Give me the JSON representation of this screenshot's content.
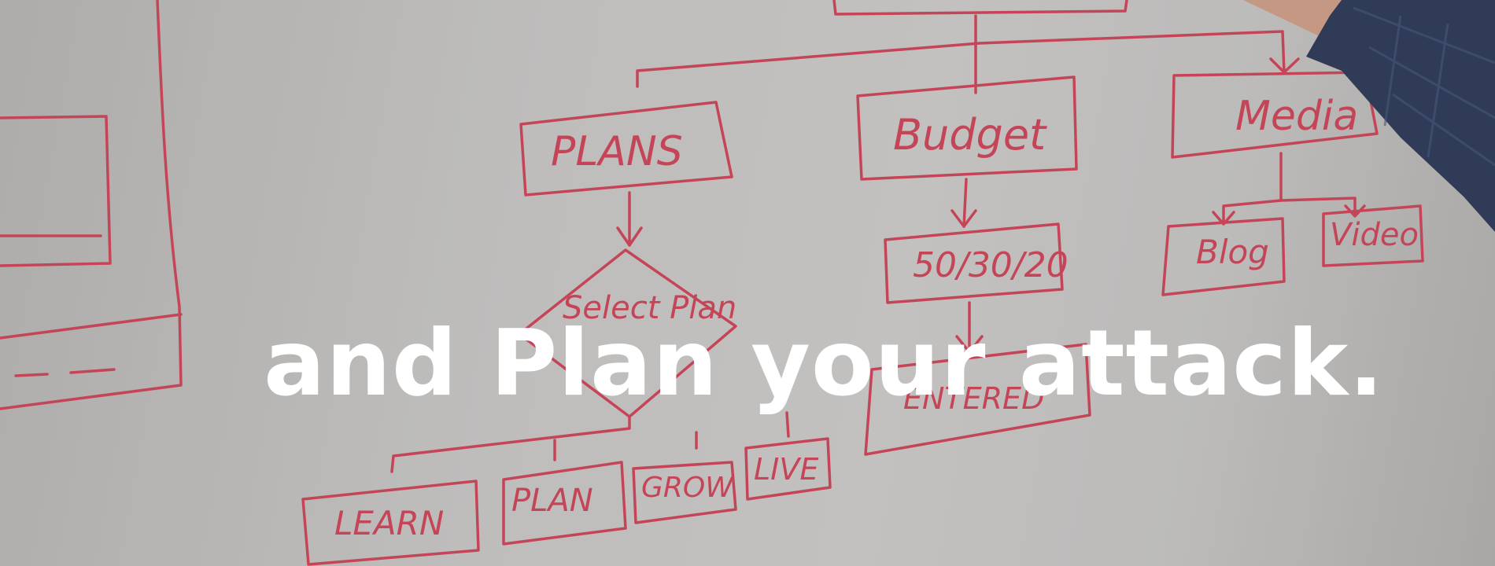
{
  "hero": {
    "headline": "and Plan your attack.",
    "background_image": "whiteboard-flowchart-photo"
  },
  "whiteboard": {
    "labels": {
      "plans": "PLANS",
      "budget": "Budget",
      "media": "Media",
      "select_plan": "Select Plan",
      "split": "50/30/20",
      "entry": "ENTERED",
      "blog": "Blog",
      "video": "Video",
      "learn": "LEARN",
      "plan": "PLAN",
      "grow": "GROW",
      "live": "LIVE"
    }
  },
  "colors": {
    "ink": "#d9475d",
    "headline": "#ffffff"
  }
}
